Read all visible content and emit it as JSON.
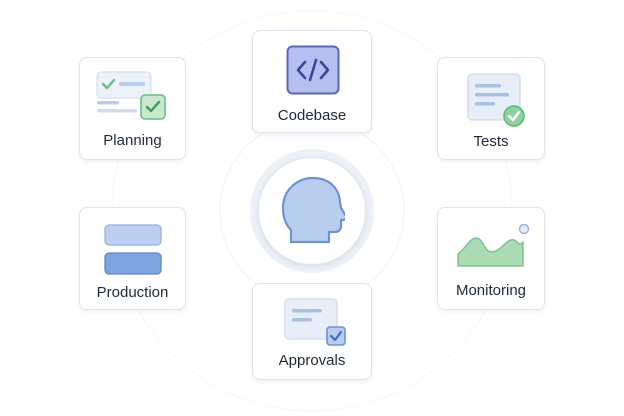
{
  "colors": {
    "accent_blue": "#6e93d3",
    "light_blue": "#b7cbee",
    "accent_green": "#79c48a",
    "card_border": "#dde4ef",
    "text": "#1f2937"
  },
  "center": {
    "icon": "human-head-icon"
  },
  "cards": {
    "codebase": {
      "label": "Codebase",
      "icon": "code-brackets-icon"
    },
    "planning": {
      "label": "Planning",
      "icon": "checklist-icon"
    },
    "tests": {
      "label": "Tests",
      "icon": "document-check-icon"
    },
    "production": {
      "label": "Production",
      "icon": "stacked-blocks-icon"
    },
    "monitoring": {
      "label": "Monitoring",
      "icon": "area-chart-icon"
    },
    "approvals": {
      "label": "Approvals",
      "icon": "document-check-icon"
    }
  }
}
